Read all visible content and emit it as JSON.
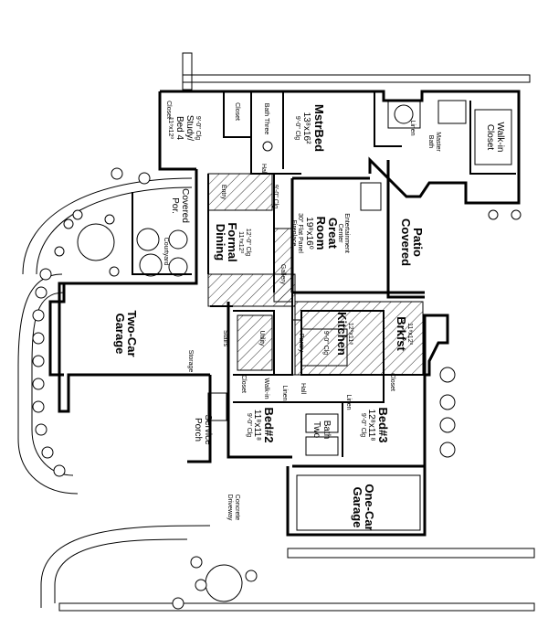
{
  "rooms": {
    "study": {
      "name": "Study/",
      "name2": "Bed 4",
      "dims": "11⁸x12⁰",
      "ceil": "9'-0\" Clg"
    },
    "mstr_bed": {
      "name": "MstrBed",
      "dims": "13⁸x16²",
      "ceil": "9'-0\" Clg"
    },
    "master_bath": {
      "name": "Master",
      "name2": "Bath"
    },
    "walk_in_closet": {
      "name": "Walk-in",
      "name2": "Closet"
    },
    "great_room": {
      "name": "Great",
      "name2": "Room",
      "dims": "19⁸x16⁰",
      "note1": "30\" Flat Panel",
      "note2": "Fireplace",
      "note3": "Entertainment",
      "note4": "Center"
    },
    "covered_patio": {
      "name": "Covered",
      "name2": "Patio"
    },
    "formal_dining": {
      "name": "Formal",
      "name2": "Dining",
      "dims": "11⁸x12³",
      "ceil": "12'-0\" Clg"
    },
    "covered_porch": {
      "name": "Covered",
      "name2": "Por."
    },
    "two_car_garage": {
      "name": "Two-Car",
      "name2": "Garage"
    },
    "kitchen": {
      "name": "Kitchen",
      "dims": "12⁰x11⁸"
    },
    "brkfst": {
      "name": "Brkfst",
      "dims": "11⁸x12³"
    },
    "bed3": {
      "name": "Bed#3",
      "dims": "12⁸x11⁸",
      "ceil": "9'-0\" Clg"
    },
    "bed2": {
      "name": "Bed#2",
      "dims": "11⁸x11⁸",
      "ceil": "9'-0\" Clg"
    },
    "bath": {
      "name": "Bath",
      "name2": "Two"
    },
    "service_porch": {
      "name": "Service",
      "name2": "Porch"
    },
    "one_car_garage": {
      "name": "One-Car",
      "name2": "Garage"
    }
  },
  "small_labels": {
    "entry": "Entry",
    "hall_top": "Hall",
    "hall_mid": "Hall",
    "gallery": "Gallery",
    "stairs": "Stairs",
    "utility": "Utility",
    "linen1": "Linen",
    "linen2": "Linen",
    "linen3": "Linen",
    "closet1": "Closet",
    "closet2": "Closet",
    "closet3": "Closet",
    "closet4": "Closet",
    "pantry": "Pantry",
    "bath_three": "Bath Three",
    "walk_in_top": "Walk-in",
    "storage": "Storage",
    "courtyard": "Courtyard",
    "driveway1": "Concrete",
    "driveway2": "Driveway",
    "clg_9": "9'-0\" Clg",
    "clg_9b": "9'-0\" Clg"
  }
}
